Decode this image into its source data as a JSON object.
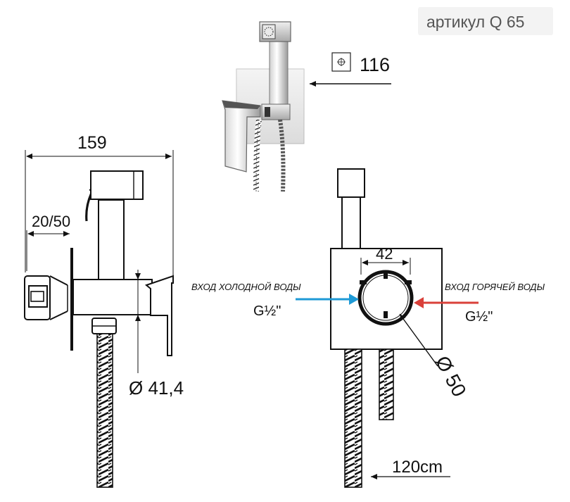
{
  "article": "артикул Q 65",
  "dimensions": {
    "overall_length": "159",
    "wall_depth": "20/50",
    "body_diameter": "Ø 41,4",
    "valve_spacing": "42",
    "valve_diameter": "Ø 50",
    "plate_size": "116",
    "hose_length": "120cm"
  },
  "inlets": {
    "cold_label": "ВХОД ХОЛОДНОЙ ВОДЫ",
    "cold_thread": "G½\"",
    "hot_label": "ВХОД ГОРЯЧЕЙ ВОДЫ",
    "hot_thread": "G½\""
  },
  "colors": {
    "cold_arrow": "#1e9ad6",
    "hot_arrow": "#d9403a",
    "line": "#111111"
  }
}
